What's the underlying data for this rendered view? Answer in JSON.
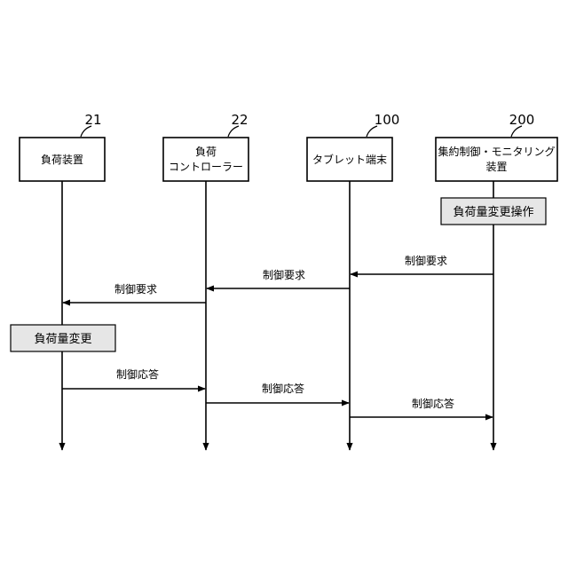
{
  "entities": [
    {
      "ref": "21",
      "label_lines": [
        "負荷装置"
      ]
    },
    {
      "ref": "22",
      "label_lines": [
        "負荷",
        "コントローラー"
      ]
    },
    {
      "ref": "100",
      "label_lines": [
        "タブレット端末"
      ]
    },
    {
      "ref": "200",
      "label_lines": [
        "集約制御・モニタリング",
        "装置"
      ]
    }
  ],
  "processes": [
    {
      "entity": 3,
      "label": "負荷量変更操作"
    },
    {
      "entity": 0,
      "label": "負荷量変更"
    }
  ],
  "messages": [
    {
      "from": 3,
      "to": 2,
      "label": "制御要求"
    },
    {
      "from": 2,
      "to": 1,
      "label": "制御要求"
    },
    {
      "from": 1,
      "to": 0,
      "label": "制御要求"
    },
    {
      "from": 0,
      "to": 1,
      "label": "制御応答"
    },
    {
      "from": 1,
      "to": 2,
      "label": "制御応答"
    },
    {
      "from": 2,
      "to": 3,
      "label": "制御応答"
    }
  ]
}
